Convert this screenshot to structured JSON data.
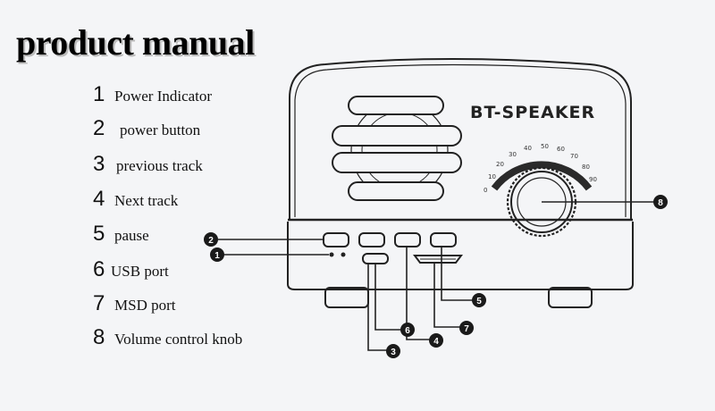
{
  "title": "product manual",
  "brand_label": "BT-SPEAKER",
  "legend": [
    {
      "number": "1",
      "label": "Power Indicator"
    },
    {
      "number": "2",
      "label": "power button"
    },
    {
      "number": "3",
      "label": "previous track"
    },
    {
      "number": "4",
      "label": "Next track"
    },
    {
      "number": "5",
      "label": "pause"
    },
    {
      "number": "6",
      "label": "USB port"
    },
    {
      "number": "7",
      "label": "MSD port"
    },
    {
      "number": "8",
      "label": "Volume control knob"
    }
  ],
  "dial_scale": [
    "0",
    "10",
    "20",
    "30",
    "40",
    "50",
    "60",
    "70",
    "80",
    "90"
  ],
  "callouts": [
    "1",
    "2",
    "3",
    "4",
    "5",
    "6",
    "7",
    "8"
  ]
}
